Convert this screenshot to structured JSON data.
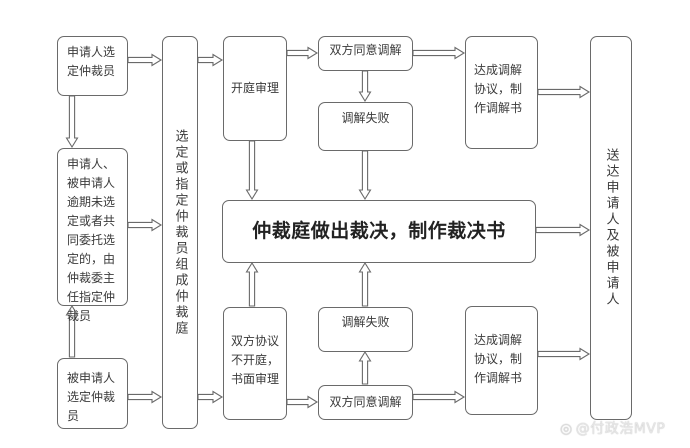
{
  "diagram": {
    "title": "仲裁流程图",
    "nodes": {
      "applicant_select": "申请人选定仲裁员",
      "overdue_appoint": "申请人、被申请人逾期未选定或者共同委托选定的，由仲裁委主任指定仲裁员",
      "respondent_select": "被申请人选定仲裁员",
      "form_tribunal": "选定或指定仲裁员组成仲裁庭",
      "open_hearing": "开庭审理",
      "written_hearing": "双方协议不开庭，书面审理",
      "mediation_agree_top": "双方同意调解",
      "mediation_fail_top": "调解失败",
      "mediation_fail_bottom": "调解失败",
      "mediation_agree_bottom": "双方同意调解",
      "mediation_doc_top": "达成调解协议，制作调解书",
      "mediation_doc_bottom": "达成调解协议，制作调解书",
      "award": "仲裁庭做出裁决，制作裁决书",
      "deliver": "送达申请人及被申请人"
    },
    "edges": [
      [
        "applicant_select",
        "overdue_appoint"
      ],
      [
        "respondent_select",
        "overdue_appoint"
      ],
      [
        "applicant_select",
        "form_tribunal"
      ],
      [
        "overdue_appoint",
        "form_tribunal"
      ],
      [
        "respondent_select",
        "form_tribunal"
      ],
      [
        "form_tribunal",
        "open_hearing"
      ],
      [
        "form_tribunal",
        "written_hearing"
      ],
      [
        "open_hearing",
        "mediation_agree_top"
      ],
      [
        "mediation_agree_top",
        "mediation_fail_top"
      ],
      [
        "mediation_agree_top",
        "mediation_doc_top"
      ],
      [
        "open_hearing",
        "award"
      ],
      [
        "mediation_fail_top",
        "award"
      ],
      [
        "written_hearing",
        "mediation_agree_bottom"
      ],
      [
        "mediation_agree_bottom",
        "mediation_fail_bottom"
      ],
      [
        "mediation_agree_bottom",
        "mediation_doc_bottom"
      ],
      [
        "written_hearing",
        "award"
      ],
      [
        "mediation_fail_bottom",
        "award"
      ],
      [
        "mediation_doc_top",
        "deliver"
      ],
      [
        "award",
        "deliver"
      ],
      [
        "mediation_doc_bottom",
        "deliver"
      ]
    ],
    "colors": {
      "border": "#6a6a6a",
      "arrow": "#6a6a6a",
      "text": "#3a3a3a"
    }
  },
  "watermark": {
    "icon": "weibo-icon",
    "text": "@付政浩MVP"
  }
}
